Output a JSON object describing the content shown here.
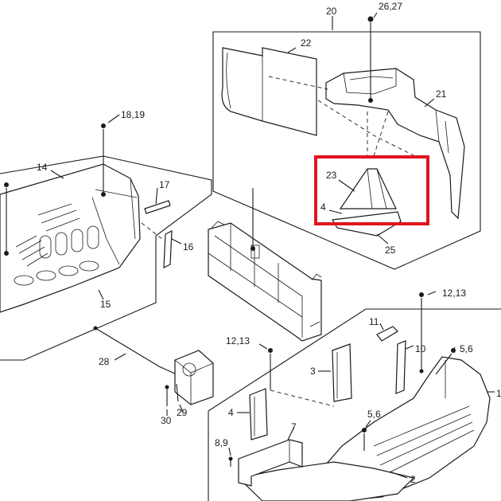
{
  "labels": {
    "p1": "1",
    "p2": "2",
    "p3": "3",
    "p4a": "4",
    "p4b": "4",
    "p7": "7",
    "p8_9": "8,9",
    "p10": "10",
    "p11": "11",
    "p12_13a": "12,13",
    "p12_13b": "12,13",
    "p14": "14",
    "p15": "15",
    "p16": "16",
    "p17": "17",
    "p18_19": "18,19",
    "p20": "20",
    "p21": "21",
    "p22": "22",
    "p23": "23",
    "p25": "25",
    "p26_27": "26,27",
    "p28": "28",
    "p29": "29",
    "p30": "30",
    "p5_6a": "5,6",
    "p5_6b": "5,6"
  },
  "colors": {
    "line": "#1a1a1a",
    "highlight": "#e0141e",
    "background": "#ffffff"
  }
}
